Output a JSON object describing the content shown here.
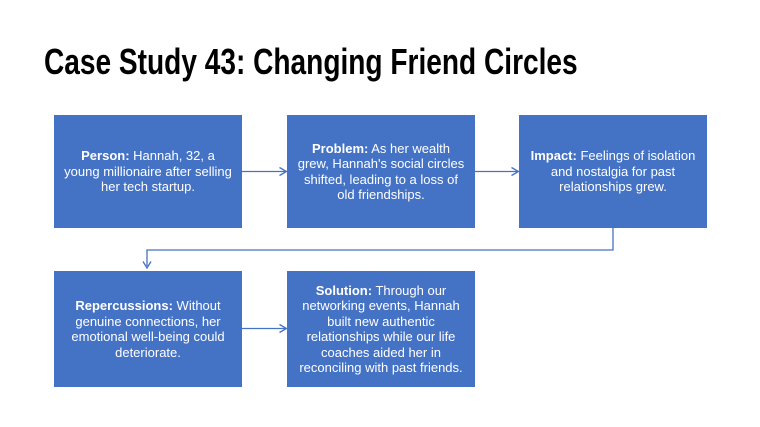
{
  "slide": {
    "title": "Case Study 43: Changing Friend Circles",
    "colors": {
      "background": "#FFFFFF",
      "box_fill": "#4472C4",
      "box_text": "#FFFFFF",
      "title_text": "#000000",
      "connector": "#4472C4"
    },
    "boxes": [
      {
        "lead": "Person:",
        "body": "Hannah, 32, a young millionaire after selling her tech startup."
      },
      {
        "lead": "Problem:",
        "body": "As her wealth grew, Hannah's social circles shifted, leading to a loss of old friendships."
      },
      {
        "lead": "Impact:",
        "body": "Feelings of isolation and nostalgia for past relationships grew."
      },
      {
        "lead": "Repercussions:",
        "body": "Without genuine connections, her emotional well-being could deteriorate."
      },
      {
        "lead": "Solution:",
        "body": "Through our networking events, Hannah built new authentic relationships while our life coaches aided her in reconciling with past friends."
      }
    ],
    "connectors": [
      {
        "from": "Person",
        "to": "Problem",
        "type": "straight-arrow"
      },
      {
        "from": "Problem",
        "to": "Impact",
        "type": "straight-arrow"
      },
      {
        "from": "Impact",
        "to": "Repercussions",
        "type": "elbow-arrow"
      },
      {
        "from": "Repercussions",
        "to": "Solution",
        "type": "straight-arrow"
      }
    ]
  }
}
